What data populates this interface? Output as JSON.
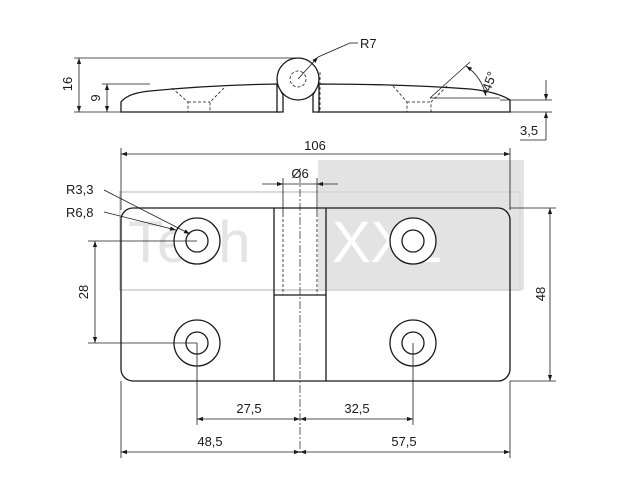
{
  "watermark": {
    "text_left": "Tech",
    "text_right": "XXL",
    "box_color": "#d9d9d9"
  },
  "side_view": {
    "radius_label": "R7",
    "angle_label": "45°",
    "height_total": "16",
    "height_leaf": "9",
    "thickness": "3,5"
  },
  "top_view": {
    "overall_width": "106",
    "pin_diameter": "Ø6",
    "counterbore_radius": "R3,3",
    "outer_radius": "R6,8",
    "hole_pitch_vertical": "28",
    "overall_height": "48",
    "left_hole_offset": "27,5",
    "right_hole_offset": "32,5",
    "left_leaf_width": "48,5",
    "right_leaf_width": "57,5"
  },
  "colors": {
    "line": "#1a1a1a",
    "background": "#ffffff"
  }
}
